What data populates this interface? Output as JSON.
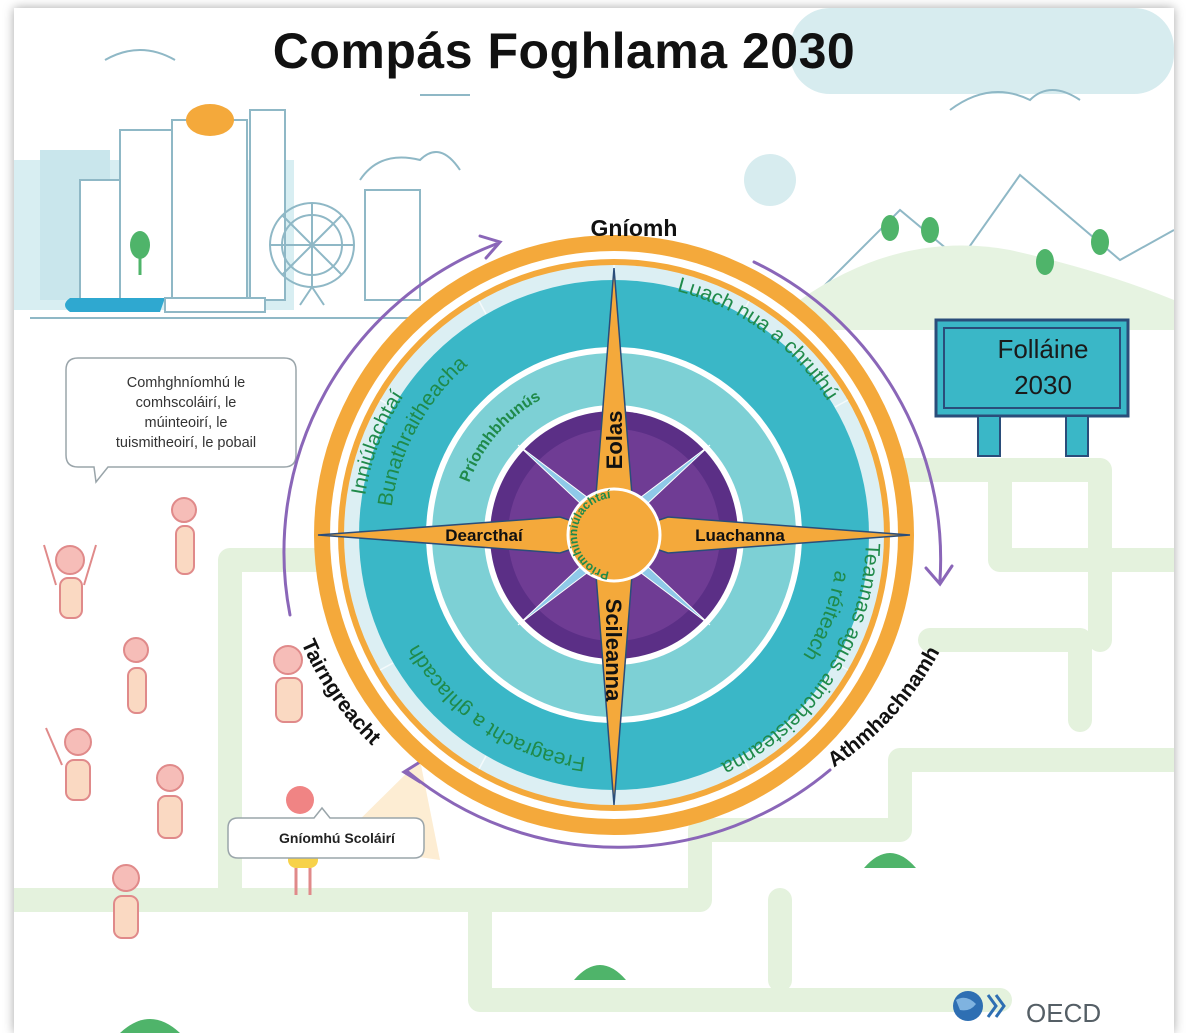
{
  "title": "Compás Foghlama 2030",
  "speech_bubble": {
    "lines": [
      "Comhghníomhú le",
      "comhscoláirí, le",
      "múinteoirí, le",
      "tuismitheoirí, le pobail"
    ]
  },
  "wellbeing_sign": {
    "line1": "Folláine",
    "line2": "2030"
  },
  "student_agency_tag": "Gníomhú Scoláirí",
  "logo_text": "OECD",
  "cycle": {
    "top": "Gníomh",
    "right": "Athmhachnamh",
    "left": "Tairngreacht"
  },
  "compass": {
    "north": "Eolas",
    "south": "Scileanna",
    "west": "Dearcthaí",
    "east": "Luachanna",
    "core": "Príomhinniúlachtaí",
    "foundations": "Príomhbhunús",
    "outer_ring": {
      "upper_left_1": "Inniúlachtaí",
      "upper_left_2": "Bunathraitheacha",
      "upper_right": "Luach nua a chruthú",
      "lower_right_1": "Teannas agus aincheisteanna",
      "lower_right_2": "a réiteach",
      "lower_left": "Freagracht a ghlacadh"
    }
  },
  "colors": {
    "orange": "#F4A93B",
    "teal": "#3AB7C7",
    "light_teal": "#7DD0D5",
    "purple": "#6F3C94",
    "text_green": "#1F8A4A",
    "arrow_purple": "#8A66B8",
    "scenery_blue": "#CFE8EE",
    "path_green": "#E4F2DD"
  }
}
